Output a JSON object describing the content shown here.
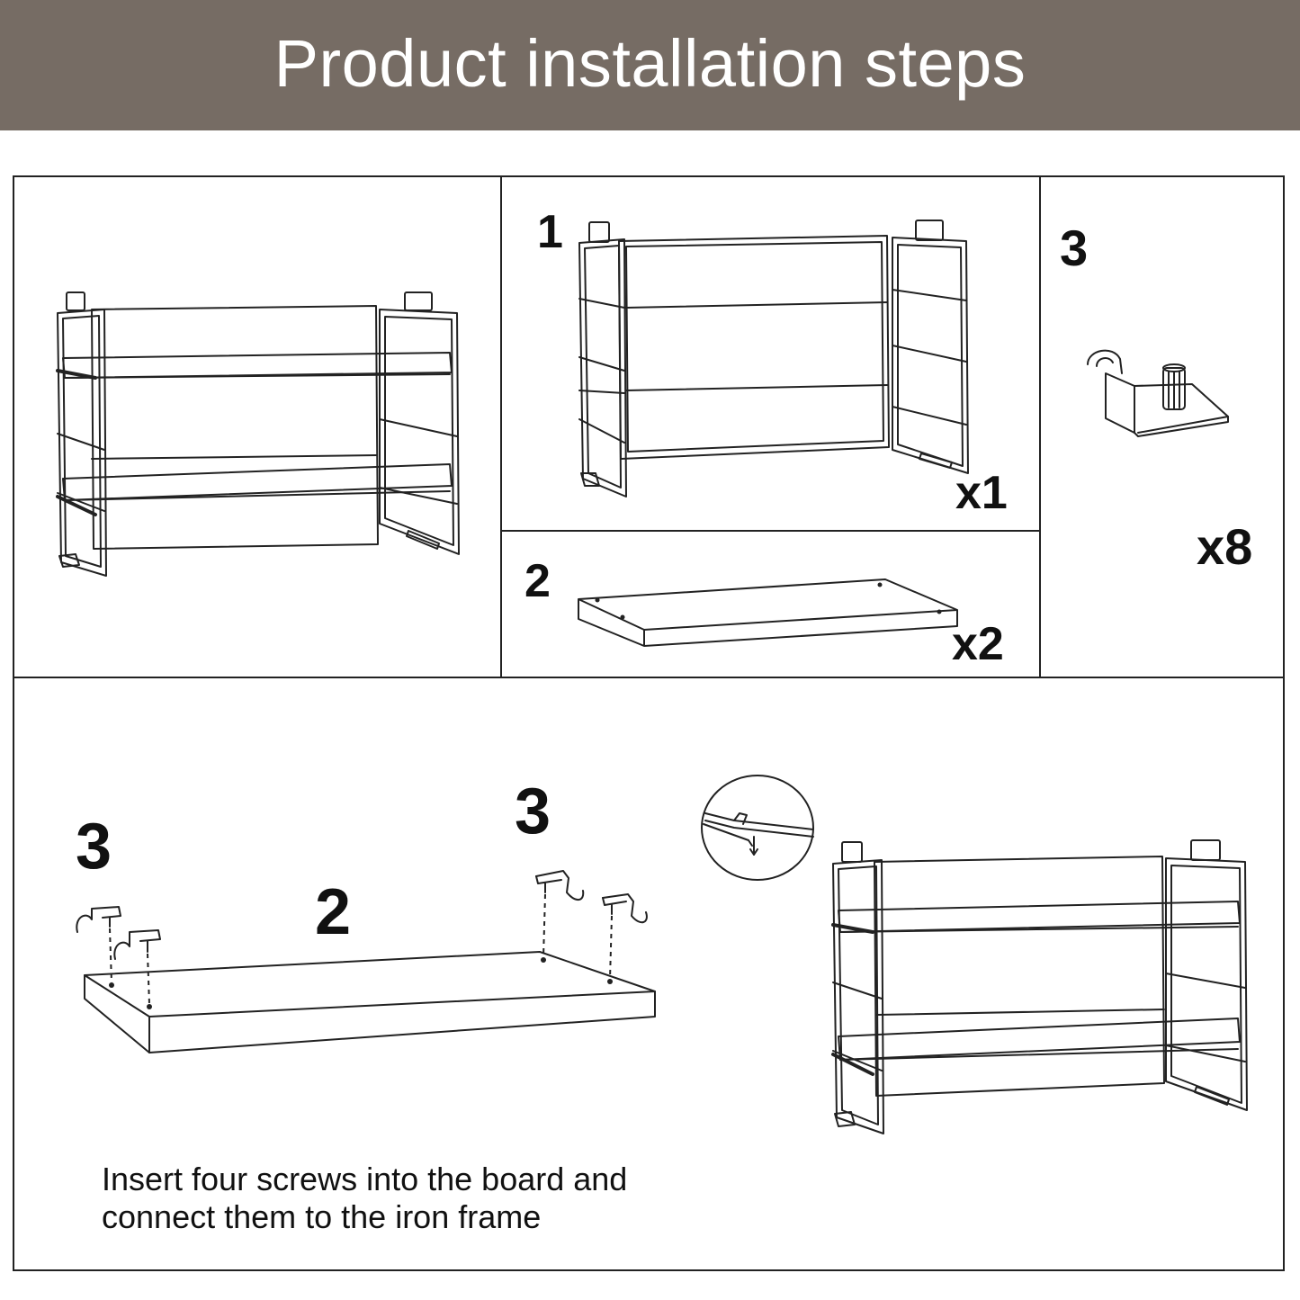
{
  "header": {
    "title": "Product installation steps"
  },
  "colors": {
    "header_bg": "#766c64",
    "header_text": "#ffffff",
    "line": "#222222"
  },
  "parts": {
    "frame": {
      "number": "1",
      "quantity": "x1"
    },
    "board": {
      "number": "2",
      "quantity": "x2"
    },
    "hook": {
      "number": "3",
      "quantity": "x8"
    }
  },
  "assembly": {
    "left_hook_label": "3",
    "right_hook_label": "3",
    "board_label": "2",
    "caption_line1": "Insert four screws into the board and",
    "caption_line2": "connect them to the iron frame"
  }
}
